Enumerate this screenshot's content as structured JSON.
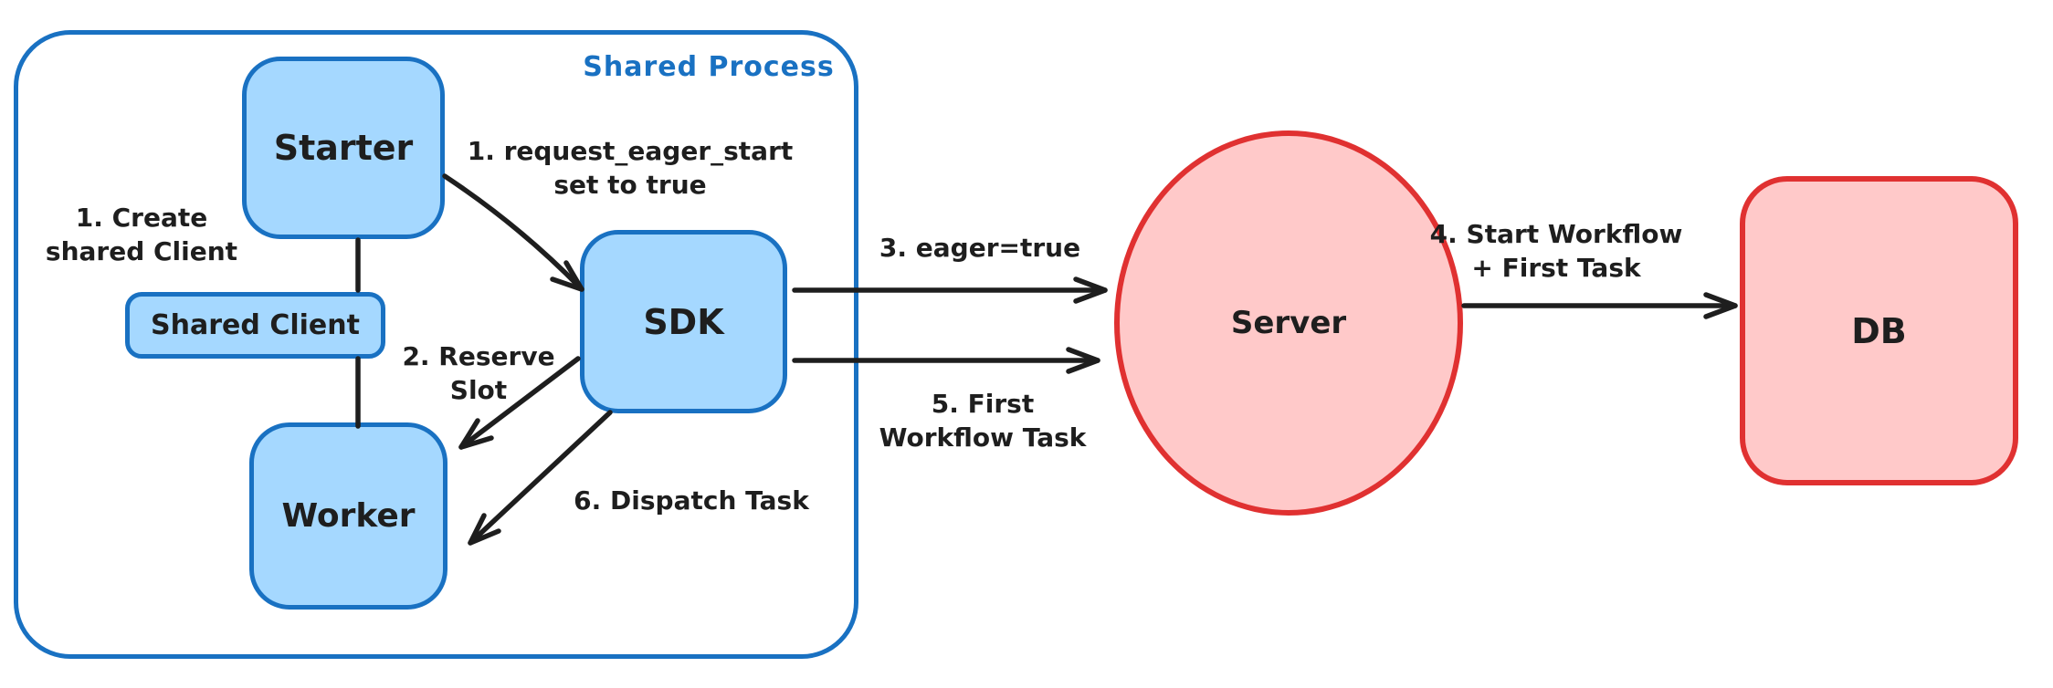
{
  "container": {
    "label": "Shared Process"
  },
  "nodes": {
    "starter": {
      "label": "Starter"
    },
    "shared_client": {
      "label": "Shared Client"
    },
    "worker": {
      "label": "Worker"
    },
    "sdk": {
      "label": "SDK"
    },
    "server": {
      "label": "Server"
    },
    "db": {
      "label": "DB"
    }
  },
  "edges": {
    "create_shared_client": {
      "label": "1. Create\nshared Client"
    },
    "request_eager_start": {
      "label": "1. request_eager_start\nset to true"
    },
    "reserve_slot": {
      "label": "2. Reserve\nSlot"
    },
    "eager_true": {
      "label": "3. eager=true"
    },
    "start_workflow": {
      "label": "4. Start Workflow\n+ First Task"
    },
    "first_workflow_task": {
      "label": "5. First\nWorkflow Task"
    },
    "dispatch_task": {
      "label": "6. Dispatch Task"
    }
  },
  "colors": {
    "blue_stroke": "#1971c2",
    "blue_fill": "#a5d8ff",
    "red_stroke": "#e03131",
    "red_fill": "#ffc9c9",
    "ink": "#1e1e1e",
    "background": "#ffffff"
  }
}
